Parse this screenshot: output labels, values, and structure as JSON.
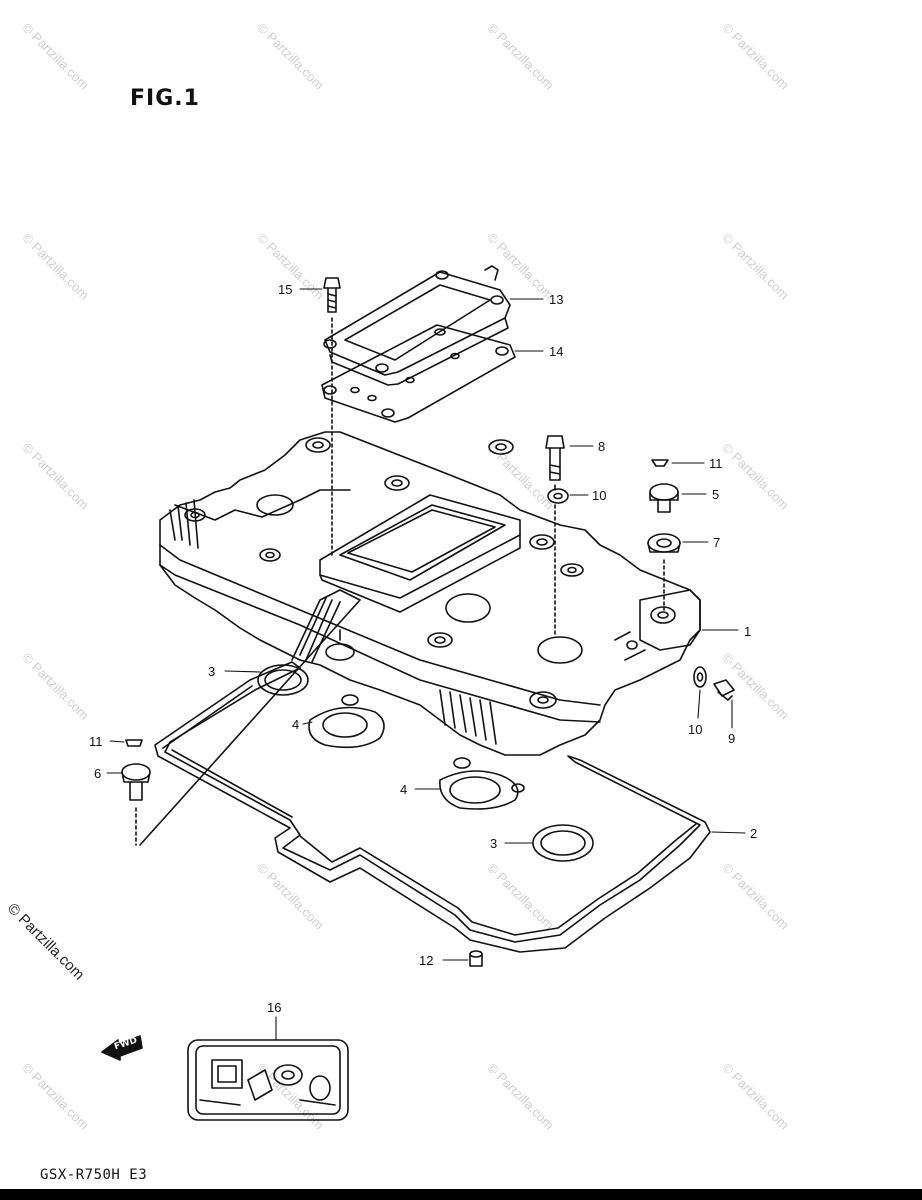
{
  "figure": {
    "title": "FIG.1",
    "model_code": "GSX-R750H  E3",
    "forward_marker": "FWD",
    "watermark": "© Partzilla.com"
  },
  "callouts": [
    {
      "id": "1"
    },
    {
      "id": "2"
    },
    {
      "id": "3a",
      "label": "3"
    },
    {
      "id": "3b",
      "label": "3"
    },
    {
      "id": "4a",
      "label": "4"
    },
    {
      "id": "4b",
      "label": "4"
    },
    {
      "id": "5"
    },
    {
      "id": "6"
    },
    {
      "id": "7"
    },
    {
      "id": "8"
    },
    {
      "id": "9"
    },
    {
      "id": "10a",
      "label": "10"
    },
    {
      "id": "10b",
      "label": "10"
    },
    {
      "id": "11a",
      "label": "11"
    },
    {
      "id": "11b",
      "label": "11"
    },
    {
      "id": "12"
    },
    {
      "id": "13"
    },
    {
      "id": "14"
    },
    {
      "id": "15"
    },
    {
      "id": "16"
    }
  ],
  "labels": {
    "c1": "1",
    "c2": "2",
    "c3a": "3",
    "c3b": "3",
    "c4a": "4",
    "c4b": "4",
    "c5": "5",
    "c6": "6",
    "c7": "7",
    "c8": "8",
    "c9": "9",
    "c10a": "10",
    "c10b": "10",
    "c11a": "11",
    "c11b": "11",
    "c12": "12",
    "c13": "13",
    "c14": "14",
    "c15": "15",
    "c16": "16"
  }
}
